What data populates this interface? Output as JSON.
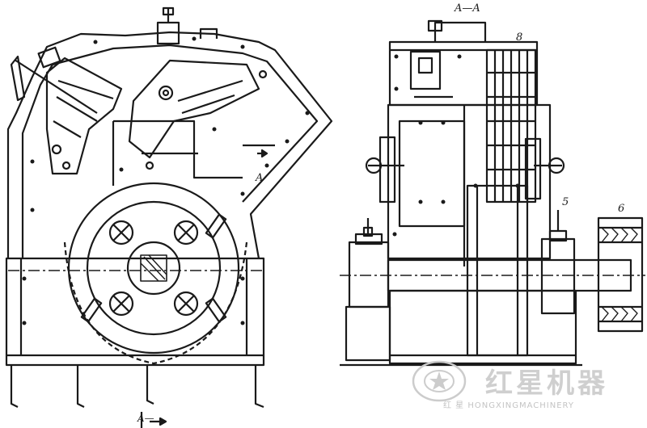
{
  "labels": {
    "section_top": "A—A",
    "section_mark_right": "A",
    "section_mark_bottom": "A—",
    "part_5": "5",
    "part_6": "6",
    "part_8": "8"
  },
  "watermark": {
    "brand_cn": "红星机器",
    "brand_en": "红 星 HONGXINGMACHINERY"
  },
  "colors": {
    "ink": "#1a1a1a",
    "watermark": "#cccccc"
  }
}
